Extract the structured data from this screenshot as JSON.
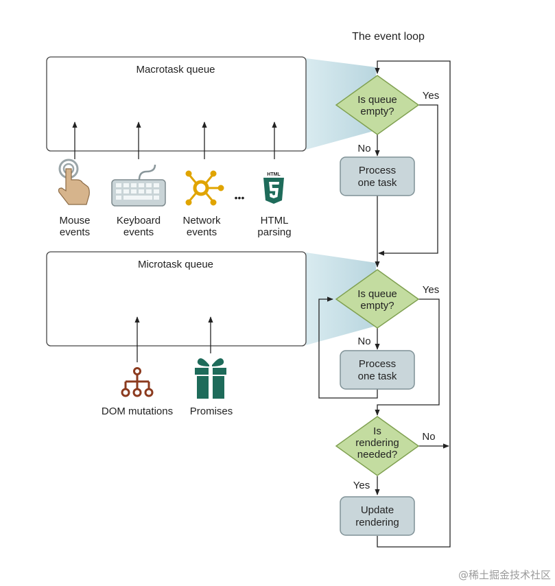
{
  "title": "The event loop",
  "macrotask_queue": {
    "label": "Macrotask queue"
  },
  "microtask_queue": {
    "label": "Microtask queue"
  },
  "macro_sources": [
    {
      "line1": "Mouse",
      "line2": "events",
      "icon": "mouse-pointer-icon"
    },
    {
      "line1": "Keyboard",
      "line2": "events",
      "icon": "keyboard-icon"
    },
    {
      "line1": "Network",
      "line2": "events",
      "icon": "network-icon"
    },
    {
      "line1": "HTML",
      "line2": "parsing",
      "icon": "html5-icon"
    }
  ],
  "ellipsis": "•••",
  "html5_badge": "HTML",
  "micro_sources": [
    {
      "label": "DOM mutations",
      "icon": "dom-tree-icon"
    },
    {
      "label": "Promises",
      "icon": "gift-icon"
    }
  ],
  "decision1": {
    "line1": "Is queue",
    "line2": "empty?",
    "yes": "Yes",
    "no": "No"
  },
  "process1": {
    "line1": "Process",
    "line2": "one task"
  },
  "decision2": {
    "line1": "Is queue",
    "line2": "empty?",
    "yes": "Yes",
    "no": "No"
  },
  "process2": {
    "line1": "Process",
    "line2": "one task"
  },
  "decision3": {
    "line1": "Is",
    "line2": "rendering",
    "line3": "needed?",
    "yes": "Yes",
    "no": "No"
  },
  "update": {
    "line1": "Update",
    "line2": "rendering"
  },
  "watermark": "@稀土掘金技术社区",
  "colors": {
    "diamond_fill": "#c3dca0",
    "diamond_stroke": "#7fa050",
    "process_fill": "#c9d6da",
    "process_stroke": "#7f9196",
    "funnel": "#cfe3ea",
    "mouse_icon": "#d6b48c",
    "keyboard_icon": "#b7c4c8",
    "network_icon": "#e0a400",
    "html5_icon": "#1e6b5a",
    "dom_icon": "#8b3a1e",
    "gift_icon": "#1e6b5a"
  }
}
